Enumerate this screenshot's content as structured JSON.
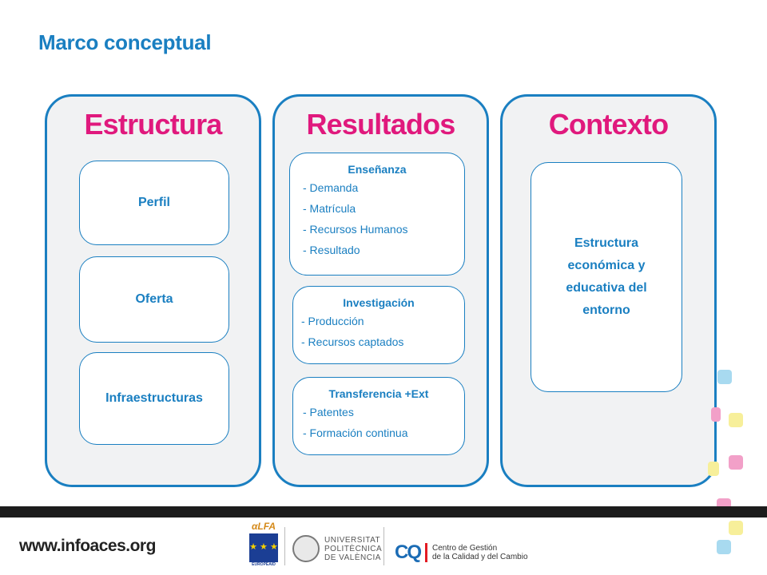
{
  "slide": {
    "title": "Marco conceptual"
  },
  "columns": [
    {
      "title": "Estructura",
      "boxes": [
        "Perfil",
        "Oferta",
        "Infraestructuras"
      ]
    },
    {
      "title": "Resultados",
      "boxes": [
        {
          "heading": "Enseñanza",
          "items": [
            "- Demanda",
            "- Matrícula",
            "- Recursos Humanos",
            "- Resultado"
          ]
        },
        {
          "heading": "Investigación",
          "items": [
            "- Producción",
            "- Recursos captados"
          ]
        },
        {
          "heading": "Transferencia +Ext",
          "items": [
            "- Patentes",
            "- Formación continua"
          ]
        }
      ]
    },
    {
      "title": "Contexto",
      "boxes": [
        {
          "lines": [
            "Estructura",
            "económica y",
            "educativa del",
            "entorno"
          ]
        }
      ]
    }
  ],
  "footer": {
    "url": "www.infoaces.org",
    "alfa": "αLFA",
    "europeaid": "EUROPEAID",
    "upv": [
      "UNIVERSITAT",
      "POLITÈCNICA",
      "DE VALÈNCIA"
    ],
    "cq": {
      "mark": "CQ",
      "lines": [
        "Centro de Gestión",
        "de la Calidad y del Cambio"
      ]
    }
  },
  "colors": {
    "accent_blue": "#1a7fc1",
    "accent_pink": "#e0197d",
    "panel_bg": "#f1f2f3",
    "square_blue": "#a8daf0",
    "square_pink": "#f2a0c8",
    "square_yellow": "#f7ef9a"
  }
}
